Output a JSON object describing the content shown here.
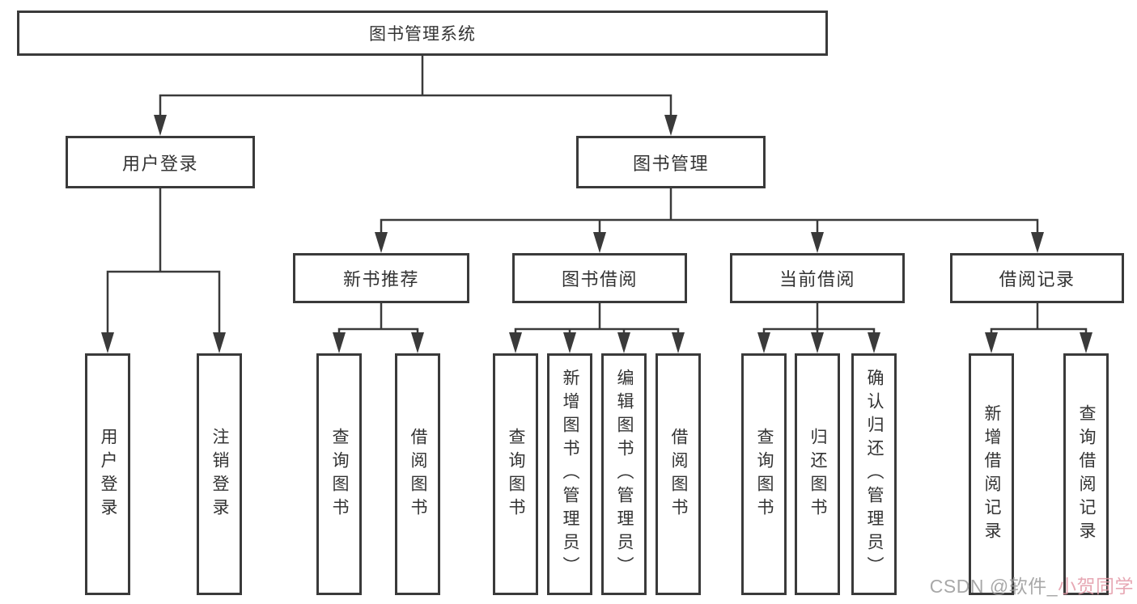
{
  "colors": {
    "line": "#3a3a3a",
    "box_border": "#3a3a3a",
    "text": "#333333",
    "background": "#ffffff",
    "watermark_gray": "#999999",
    "watermark_pink": "#e39aa7"
  },
  "watermark": {
    "prefix": "CSDN @软件_",
    "suffix": "小贺同学"
  },
  "tree": {
    "label": "图书管理系统",
    "children": [
      {
        "label": "用户登录",
        "children": [
          {
            "label": "用户登录"
          },
          {
            "label": "注销登录"
          }
        ]
      },
      {
        "label": "图书管理",
        "children": [
          {
            "label": "新书推荐",
            "children": [
              {
                "label": "查询图书"
              },
              {
                "label": "借阅图书"
              }
            ]
          },
          {
            "label": "图书借阅",
            "children": [
              {
                "label": "查询图书"
              },
              {
                "label": "新增图书（管理员）"
              },
              {
                "label": "编辑图书（管理员）"
              },
              {
                "label": "借阅图书"
              }
            ]
          },
          {
            "label": "当前借阅",
            "children": [
              {
                "label": "查询图书"
              },
              {
                "label": "归还图书"
              },
              {
                "label": "确认归还（管理员）"
              }
            ]
          },
          {
            "label": "借阅记录",
            "children": [
              {
                "label": "新增借阅记录"
              },
              {
                "label": "查询借阅记录"
              }
            ]
          }
        ]
      }
    ]
  }
}
